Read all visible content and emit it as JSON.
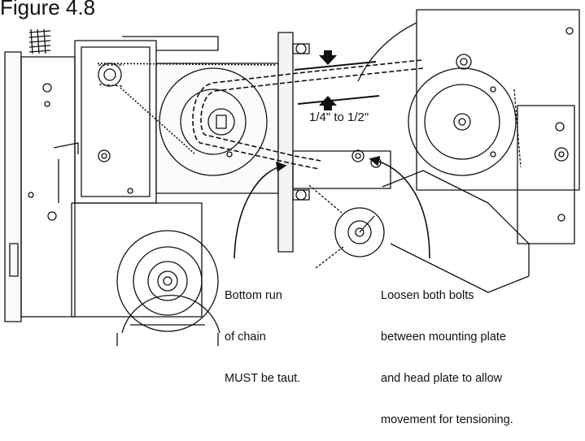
{
  "figure": {
    "title": "Figure 4.8"
  },
  "labels": {
    "tension_range": "1/4\" to 1/2\""
  },
  "callouts": {
    "bottom_run": [
      "Bottom run",
      "of chain",
      "MUST be taut."
    ],
    "loosen_bolts": [
      "Loosen both bolts",
      "between mounting plate",
      "and head plate to allow",
      "movement for tensioning."
    ]
  },
  "colors": {
    "line": "#111111",
    "background": "#ffffff",
    "fill_light": "#f4f4f4"
  }
}
